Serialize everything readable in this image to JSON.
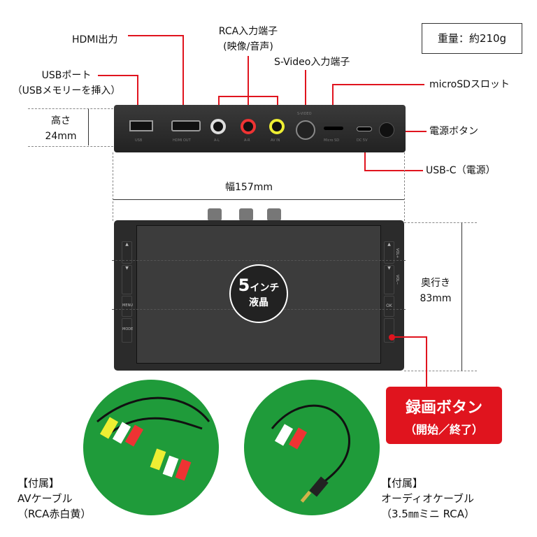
{
  "weight": "重量：約210g",
  "callouts": {
    "hdmi": "HDMI出力",
    "rca_line1": "RCA入力端子",
    "rca_line2": "(映像/音声)",
    "svideo": "S-Video入力端子",
    "usb_line1": "USBポート",
    "usb_line2": "（USBメモリーを挿入）",
    "microsd": "microSDスロット",
    "power": "電源ボタン",
    "usbc": "USB-C（電源）",
    "record_line1": "録画ボタン",
    "record_line2": "（開始／終了）"
  },
  "dimensions": {
    "height_label": "高さ",
    "height_value": "24mm",
    "width": "幅157mm",
    "depth_label": "奥行き",
    "depth_value": "83mm"
  },
  "device_ports": [
    "USB",
    "HDMI OUT",
    "A-L",
    "A-R",
    "AV IN",
    "S-VIDEO",
    "Micro SD",
    "DC 5V"
  ],
  "device_buttons": {
    "vol_up": "VOL+",
    "vol_down": "VOL−",
    "ok": "OK",
    "left1": "MENU",
    "left2": "MODE"
  },
  "screen_badge": {
    "line1_num": "5",
    "line1_text": "インチ",
    "line2": "液晶"
  },
  "accessories": [
    {
      "tag": "【付属】",
      "name": "AVケーブル",
      "detail": "（RCA赤白黄）"
    },
    {
      "tag": "【付属】",
      "name": "オーディオケーブル",
      "detail": "（3.5㎜ミニ RCA）"
    }
  ],
  "colors": {
    "accent": "#e0141e",
    "green": "#1f9b3a",
    "device": "#2b2b2b"
  }
}
